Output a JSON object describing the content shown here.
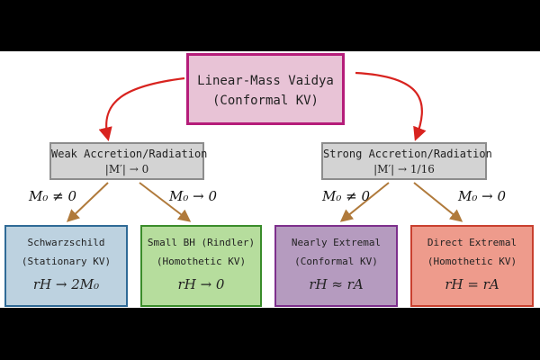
{
  "root": {
    "line1": "Linear-Mass Vaidya",
    "line2": "(Conformal KV)"
  },
  "weak": {
    "line1": "Weak Accretion/Radiation",
    "line2_var": "|M′|",
    "line2_rest": " → 0"
  },
  "strong": {
    "line1": "Strong Accretion/Radiation",
    "line2_var": "|M′|",
    "line2_rest": " → 1/16"
  },
  "edge_labels": {
    "m0_neq_0": "M₀ ≠ 0",
    "m0_to_0": "M₀ → 0"
  },
  "leaves": {
    "schwarzschild": {
      "name": "Schwarzschild",
      "kv": "(Stationary KV)",
      "relation": "rH → 2M₀"
    },
    "small_bh": {
      "name": "Small BH (Rindler)",
      "kv": "(Homothetic KV)",
      "relation": "rH → 0"
    },
    "nearly_extremal": {
      "name": "Nearly Extremal",
      "kv": "(Conformal KV)",
      "relation": "rH ≈ rA"
    },
    "direct_extremal": {
      "name": "Direct Extremal",
      "kv": "(Homothetic KV)",
      "relation": "rH = rA"
    }
  },
  "colors": {
    "root_fill": "#e8c3d6",
    "root_border": "#b51d7a",
    "mid_fill": "#d3d3d3",
    "mid_border": "#8c8c8c",
    "schwarzschild_fill": "#bdd2e0",
    "schwarzschild_border": "#2f6a96",
    "small_bh_fill": "#b6dd9d",
    "small_bh_border": "#3a8c2a",
    "nearly_fill": "#b59bbf",
    "nearly_border": "#7d2f8c",
    "direct_fill": "#ee9b8c",
    "direct_border": "#c9402f",
    "red_arrow": "#d8231f",
    "brown_arrow": "#b07a3b"
  }
}
